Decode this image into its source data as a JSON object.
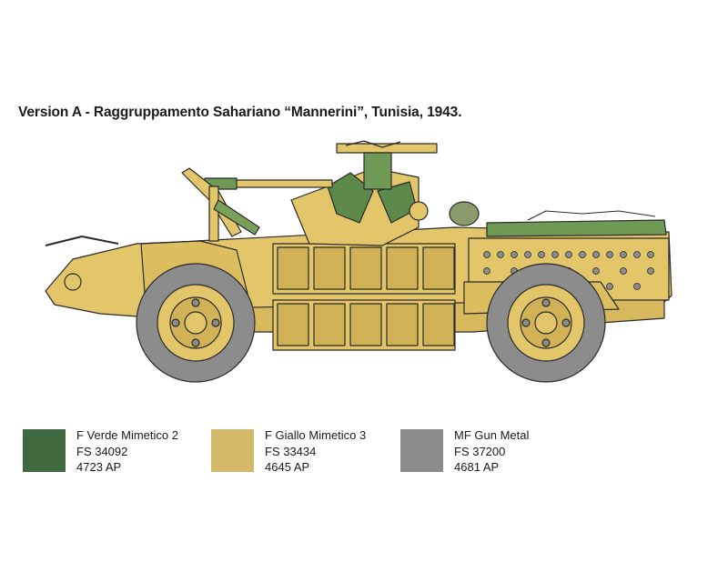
{
  "title": "Version A - Raggruppamento Sahariano “Mannerini”, Tunisia, 1943.",
  "colors": {
    "sand": "#e3c56a",
    "sand_dark": "#c9a64a",
    "green": "#5d8a4a",
    "tire": "#8c8c8c",
    "outline": "#2a2a2a"
  },
  "swatches": [
    {
      "name": "F Verde Mimetico 2",
      "fs": "FS 34092",
      "ap": "4723 AP",
      "hex": "#3f6a3f"
    },
    {
      "name": "F Giallo Mimetico 3",
      "fs": "FS 33434",
      "ap": "4645 AP",
      "hex": "#d4b86a"
    },
    {
      "name": "MF Gun Metal",
      "fs": "FS 37200",
      "ap": "4681 AP",
      "hex": "#8d8d8d"
    }
  ]
}
